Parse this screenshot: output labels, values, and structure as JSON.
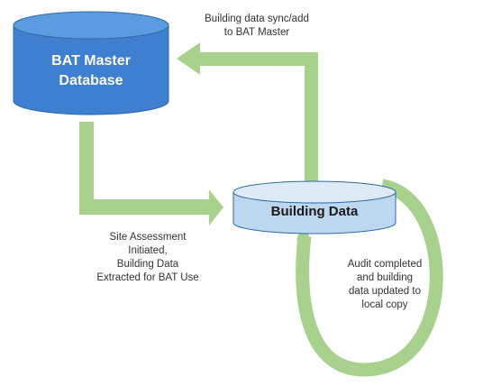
{
  "colors": {
    "arrow_green": "#a9d18e",
    "master_fill": "#3f7fcf",
    "master_top": "#5b9be0",
    "master_stroke": "#2e6aa8",
    "master_text": "#ffffff",
    "local_fill": "#bdd7ee",
    "local_top": "#deebf7",
    "local_stroke": "#2e6aa8",
    "local_text": "#1a1a1a",
    "label_text": "#333333"
  },
  "master_db": {
    "line1": "BAT Master",
    "line2": "Database"
  },
  "local_db": {
    "label": "Building Data"
  },
  "labels": {
    "sync": [
      "Building data sync/add",
      "to BAT Master"
    ],
    "extract": [
      "Site Assessment",
      "Initiated,",
      "Building Data",
      "Extracted for BAT Use"
    ],
    "audit": [
      "Audit completed",
      "and building",
      "data updated to",
      "local copy"
    ]
  }
}
